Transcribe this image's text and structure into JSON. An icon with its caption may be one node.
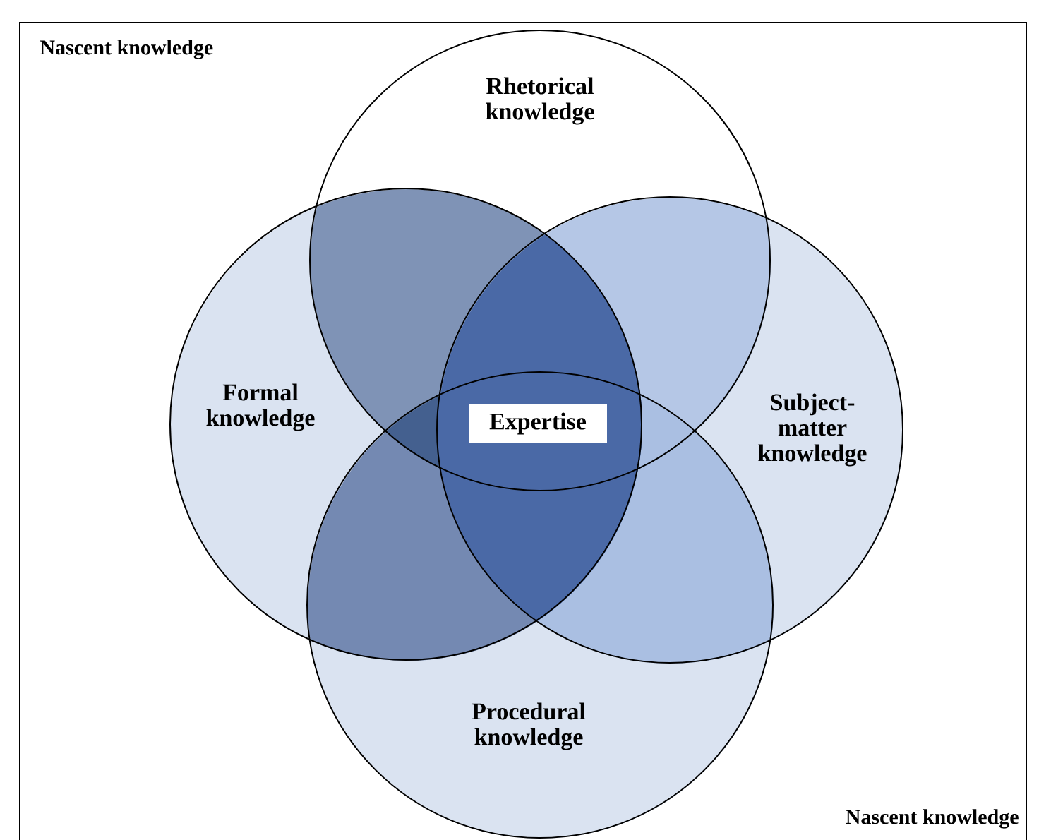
{
  "diagram": {
    "nodes": [
      {
        "text": [
          "Nascent knowledge",
          "Nascent knowledge"
        ]
      },
      {
        "text": [
          "Rhetorical knowledge"
        ],
        "in": 0
      },
      {
        "text": [
          "Formal knowledge"
        ],
        "in": 0
      },
      {
        "text": [
          "Subject-matter knowledge"
        ],
        "in": 0
      },
      {
        "text": [
          "Procedural knowledge"
        ],
        "in": 0
      },
      {
        "text": [
          "Expertise"
        ]
      }
    ]
  }
}
